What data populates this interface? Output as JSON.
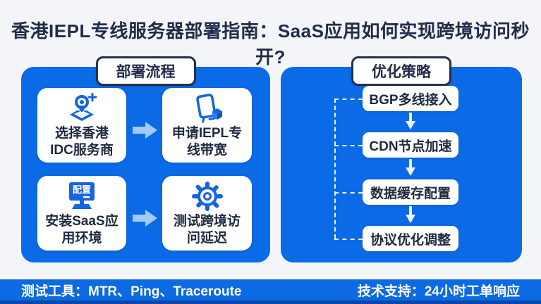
{
  "title": "香港IEPL专线服务器部署指南：SaaS应用如何实现跨境访问秒开?",
  "colors": {
    "panel_blue": "#0b6be6",
    "dark_navy_text": "#222c49",
    "icon_blue": "#1365e4",
    "light_blue_arrow": "#a2c9f7",
    "footer_blue": "#0c6ae2",
    "footer_strip_navy": "#0a47ad",
    "background": "#f3f5f8"
  },
  "deploy": {
    "header": "部署流程",
    "cards": [
      {
        "icon": "location-pin-icon",
        "label": "选择香港IDC服务商",
        "lines": [
          "选择香港",
          "IDC服务商"
        ]
      },
      {
        "icon": "device-cube-icon",
        "label": "申请IEPL专线带宽",
        "lines": [
          "申请IEPL专",
          "线带宽"
        ]
      },
      {
        "icon": "monitor-config-icon",
        "icon_label": "配置",
        "label": "安装SaaS应用环境",
        "lines": [
          "安装SaaS应",
          "用环境"
        ]
      },
      {
        "icon": "gear-icon",
        "label": "测试跨境访问延迟",
        "lines": [
          "测试跨境访",
          "问延迟"
        ]
      }
    ]
  },
  "optimize": {
    "header": "优化策略",
    "steps": [
      "BGP多线接入",
      "CDN节点加速",
      "数据缓存配置",
      "协议优化调整"
    ]
  },
  "footer": {
    "left": "测试工具：MTR、Ping、Traceroute",
    "right": "技术支持：24小时工单响应"
  }
}
